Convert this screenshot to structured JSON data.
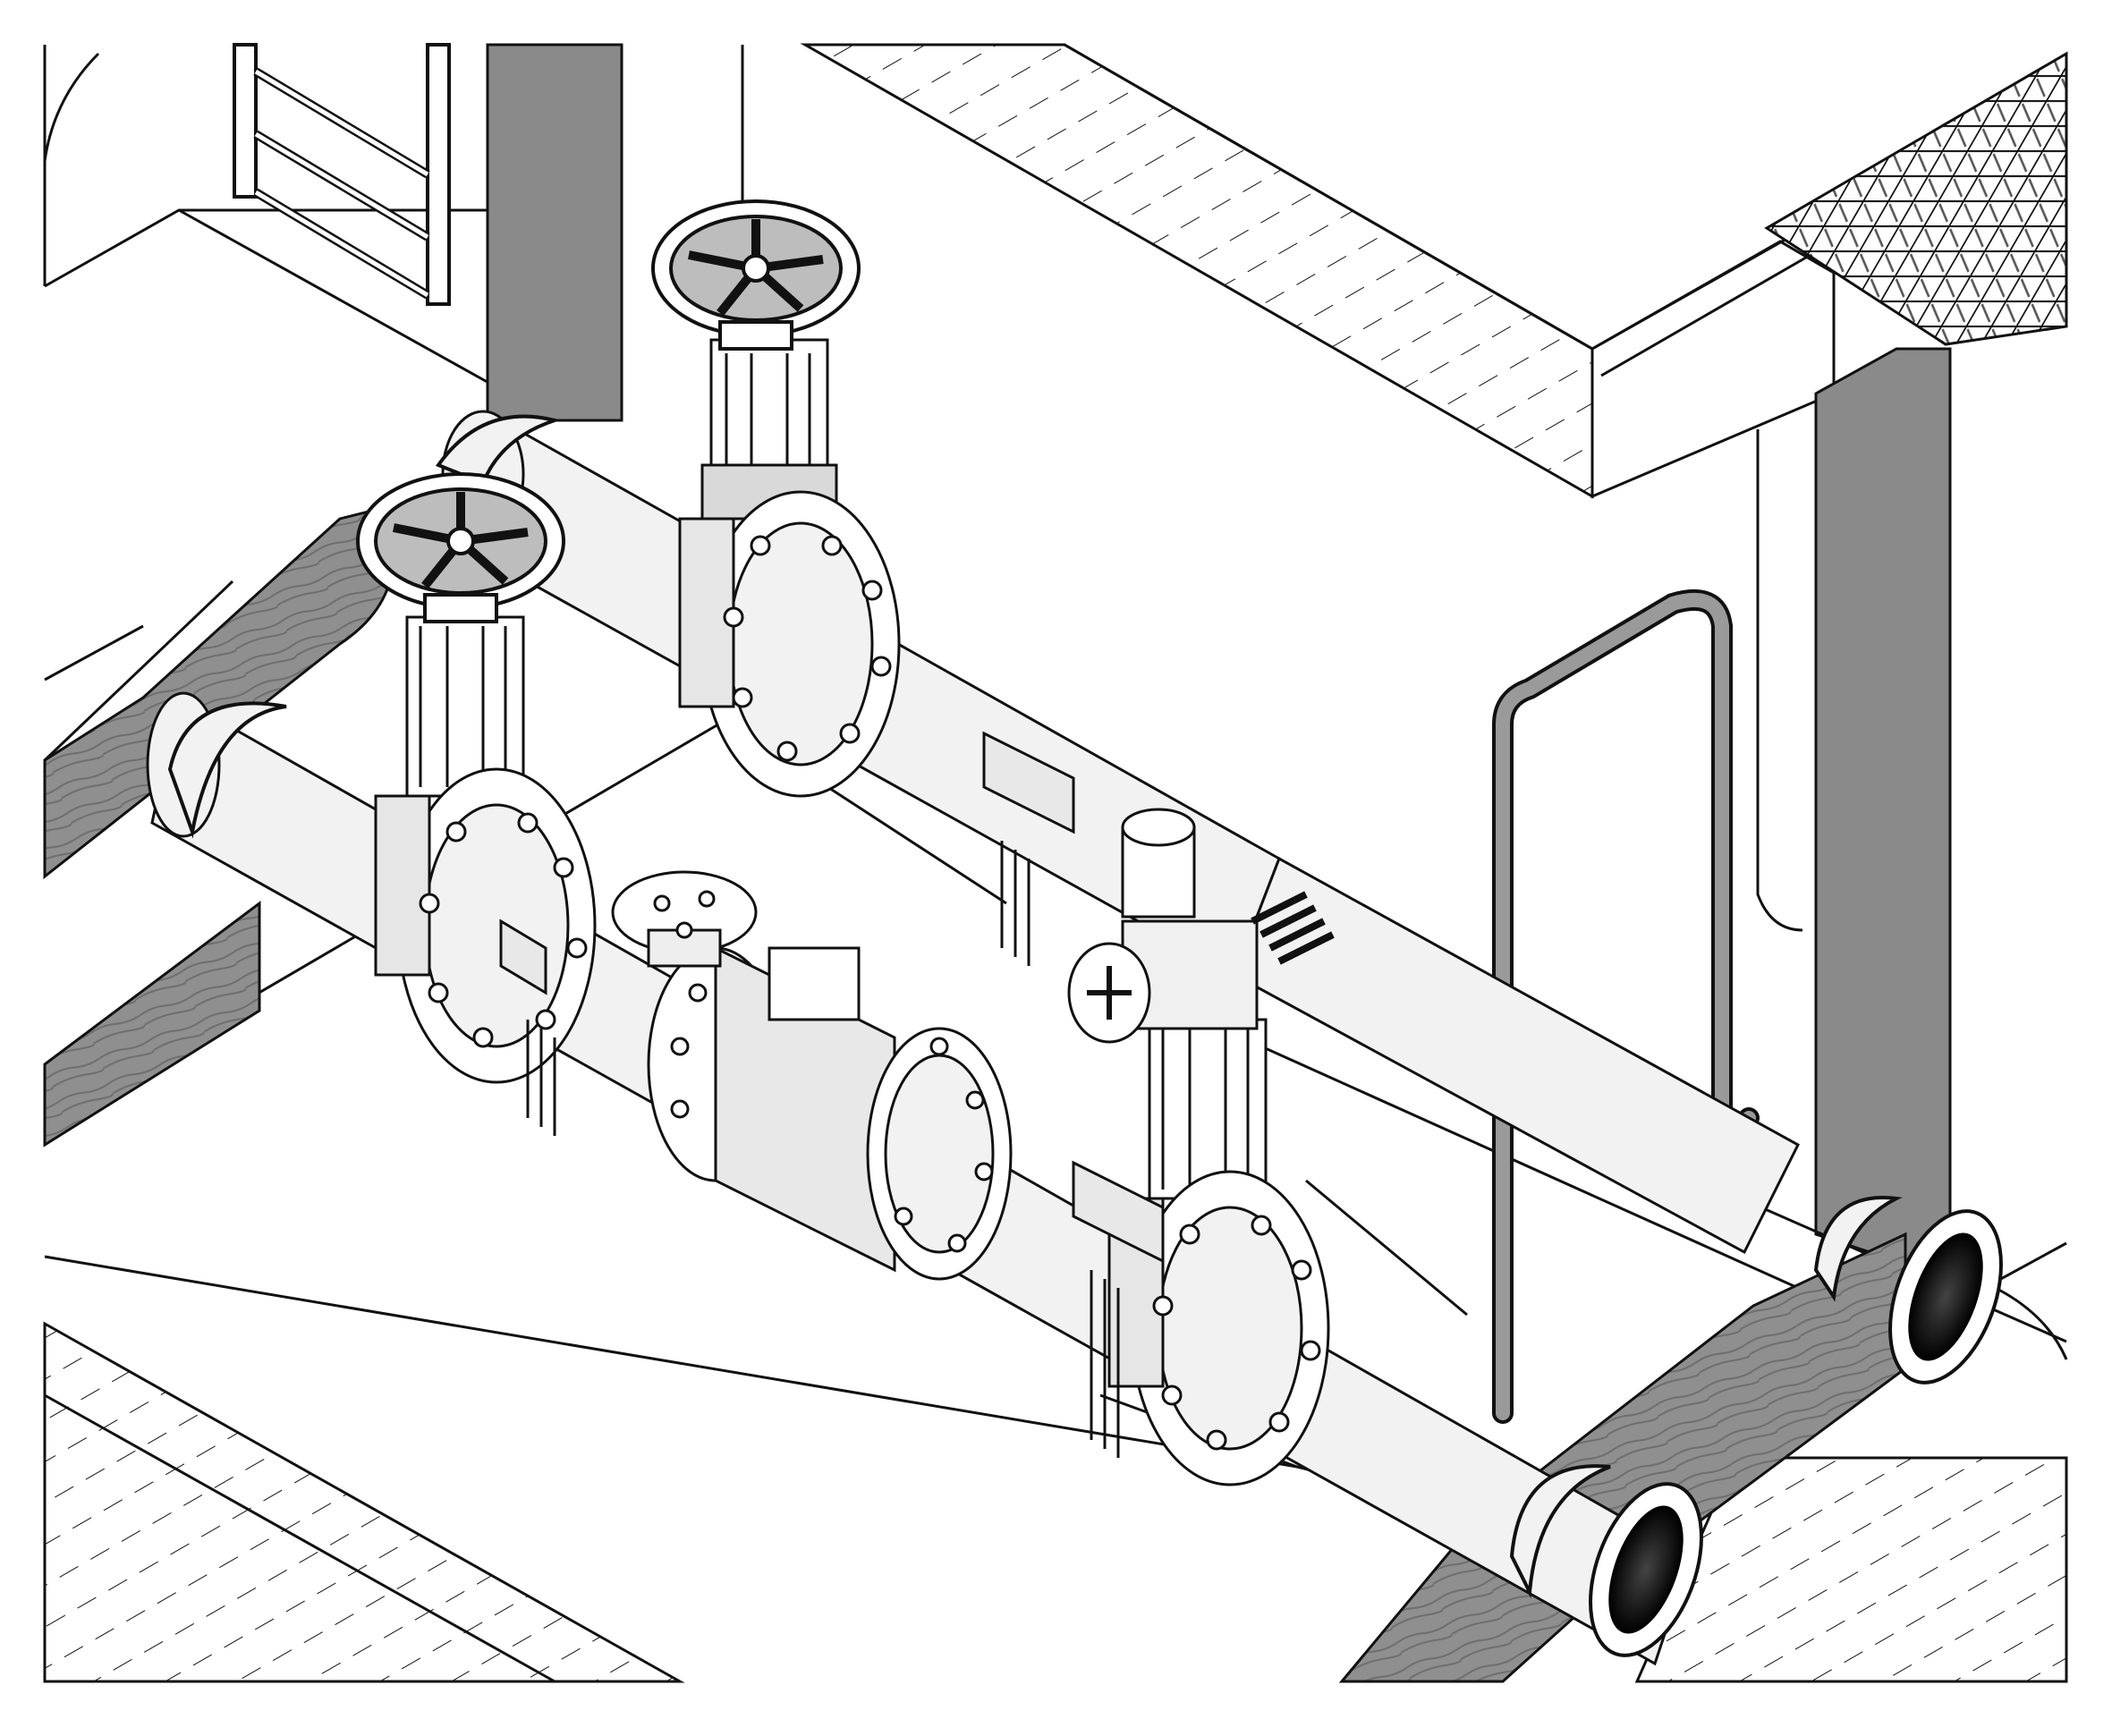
{
  "diagram": {
    "kind": "isometric piping illustration",
    "labels": [],
    "components": [
      {
        "id": "handwheel-upper",
        "icon": "handwheel-icon"
      },
      {
        "id": "handwheel-lower",
        "icon": "handwheel-icon"
      },
      {
        "id": "gate-valve-upper",
        "icon": "gate-valve-icon"
      },
      {
        "id": "gate-valve-lower-left",
        "icon": "gate-valve-icon"
      },
      {
        "id": "gate-valve-lower-right",
        "icon": "gate-valve-icon"
      },
      {
        "id": "flow-meter",
        "icon": "flow-meter-icon"
      },
      {
        "id": "actuator",
        "icon": "actuator-icon"
      },
      {
        "id": "grating",
        "icon": "grating-icon"
      },
      {
        "id": "ladder",
        "icon": "ladder-icon"
      },
      {
        "id": "handrail",
        "icon": "handrail-icon"
      }
    ]
  },
  "colors": {
    "line": "#111111",
    "wall_shade": "#8a8a8a",
    "pipe_fill": "#f2f2f2",
    "background": "#ffffff"
  }
}
